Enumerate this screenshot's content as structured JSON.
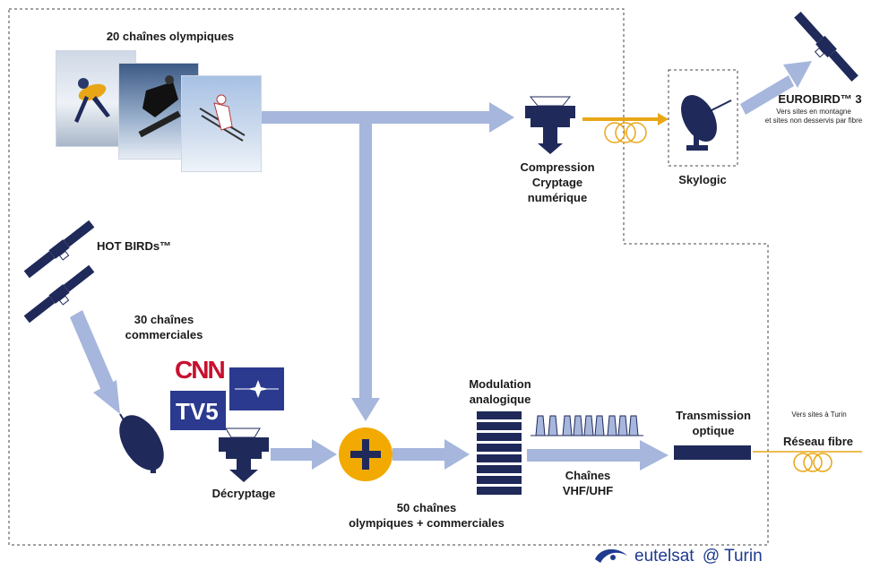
{
  "labels": {
    "olympic_channels": "20 chaînes olympiques",
    "hotbirds": "HOT BIRDs™",
    "commercial_channels": "30 chaînes\ncommerciales",
    "compression": "Compression\nCryptage\nnumérique",
    "skylogic": "Skylogic",
    "eurobird": "EUROBIRD™ 3",
    "eurobird_note": "Vers sites en montagne\net sites non desservis par fibre",
    "decryptage": "Décryptage",
    "combined": "50 chaînes\nolympiques + commerciales",
    "modulation": "Modulation\nanalogique",
    "channels_vhf": "Chaînes\nVHF/UHF",
    "transmission": "Transmission\noptique",
    "turin_note": "Vers sites à Turin",
    "fiber": "Réseau fibre"
  },
  "logos": {
    "cnn": "CNN",
    "tv5": "TV5"
  },
  "brand": {
    "name": "eutelsat",
    "at": "@",
    "city": "Turin"
  },
  "colors": {
    "arrow": "#a6b6dc",
    "navy": "#1f2a5a",
    "orange_plus": "#f2a900",
    "fiber": "#e8a617",
    "dash": "#444444"
  }
}
